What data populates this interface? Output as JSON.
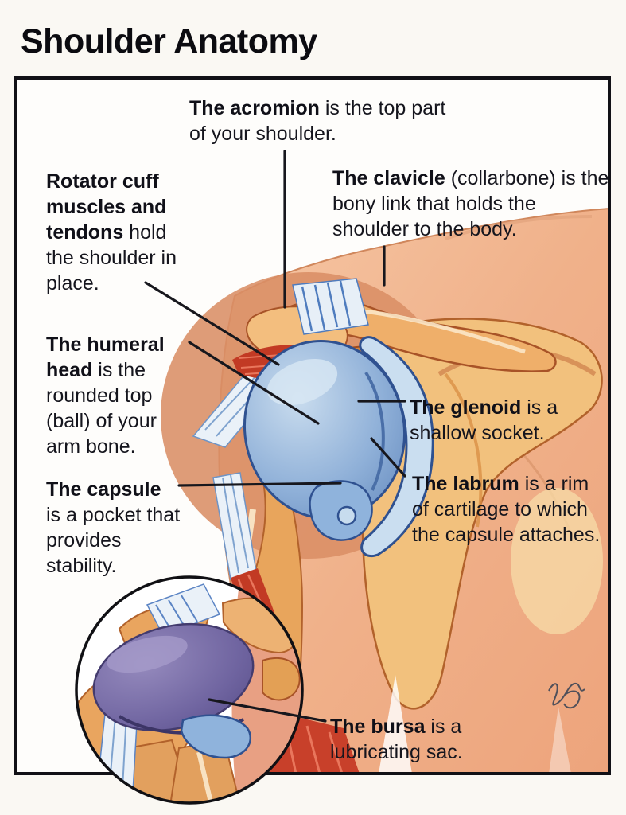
{
  "title": "Shoulder Anatomy",
  "figure": {
    "labels": {
      "acromion": {
        "bold": "The acromion",
        "rest": " is the top part of your shoulder."
      },
      "rotator_cuff": {
        "bold": "Rotator cuff muscles and tendons",
        "rest": " hold the shoulder in place."
      },
      "clavicle": {
        "bold": "The clavicle",
        "rest": " (collarbone) is the bony link that holds the shoulder to the body."
      },
      "humeral_head": {
        "bold": "The humeral head",
        "rest": " is the rounded top (ball) of your arm bone."
      },
      "glenoid": {
        "bold": "The glenoid",
        "rest": " is a shallow socket."
      },
      "labrum": {
        "bold": "The labrum",
        "rest": " is a rim of cartilage to which the capsule attaches."
      },
      "capsule_bold": "The capsule",
      "capsule_rest": "is a pocket that provides stability.",
      "bursa": {
        "bold": "The bursa",
        "rest": " is a lubricating sac."
      }
    },
    "artist_initials": "KS",
    "colors": {
      "text": "#14141c",
      "box_border": "#111116",
      "skin_light": "#f6c7a5",
      "skin_mid": "#eda47c",
      "joint_halo": "#d98e65",
      "bone_tan": "#f2c17d",
      "bone_outline": "#b2622b",
      "capsule_blue": "#7ba0ce",
      "capsule_blue_light": "#cadef0",
      "capsule_outline": "#2f5190",
      "muscle_red": "#c23a24",
      "bursa_purple": "#6f64a0",
      "leader_line": "#17171d"
    }
  }
}
